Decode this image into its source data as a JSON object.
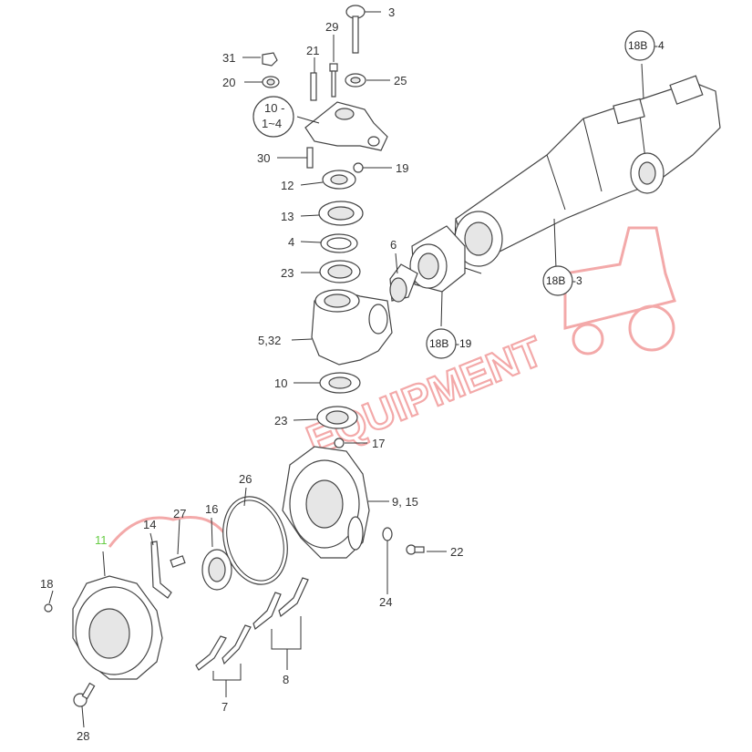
{
  "diagram": {
    "part_labels": {
      "l3": "3",
      "l29": "29",
      "l31": "31",
      "l21": "21",
      "l25": "25",
      "l20": "20",
      "l10a": "10 -",
      "l10b": "1~4",
      "l30": "30",
      "l19": "19",
      "l12": "12",
      "l13": "13",
      "l4": "4",
      "l23a": "23",
      "l6": "6",
      "l532": "5,32",
      "l10": "10",
      "l23b": "23",
      "l17": "17",
      "l26": "26",
      "l915": "9, 15",
      "l16": "16",
      "l27": "27",
      "l14": "14",
      "l11": "11",
      "l22": "22",
      "l18": "18",
      "l24": "24",
      "l8": "8",
      "l7": "7",
      "l28": "28"
    },
    "references": {
      "r18b4": {
        "ref": "18B",
        "suffix": "-4"
      },
      "r18b3": {
        "ref": "18B",
        "suffix": "-3"
      },
      "r18b19": {
        "ref": "18B",
        "suffix": "-19"
      }
    },
    "highlight_color": "#66cc44",
    "watermark": {
      "text": "EQUIPMENT",
      "color": "#f2a0a0"
    }
  }
}
